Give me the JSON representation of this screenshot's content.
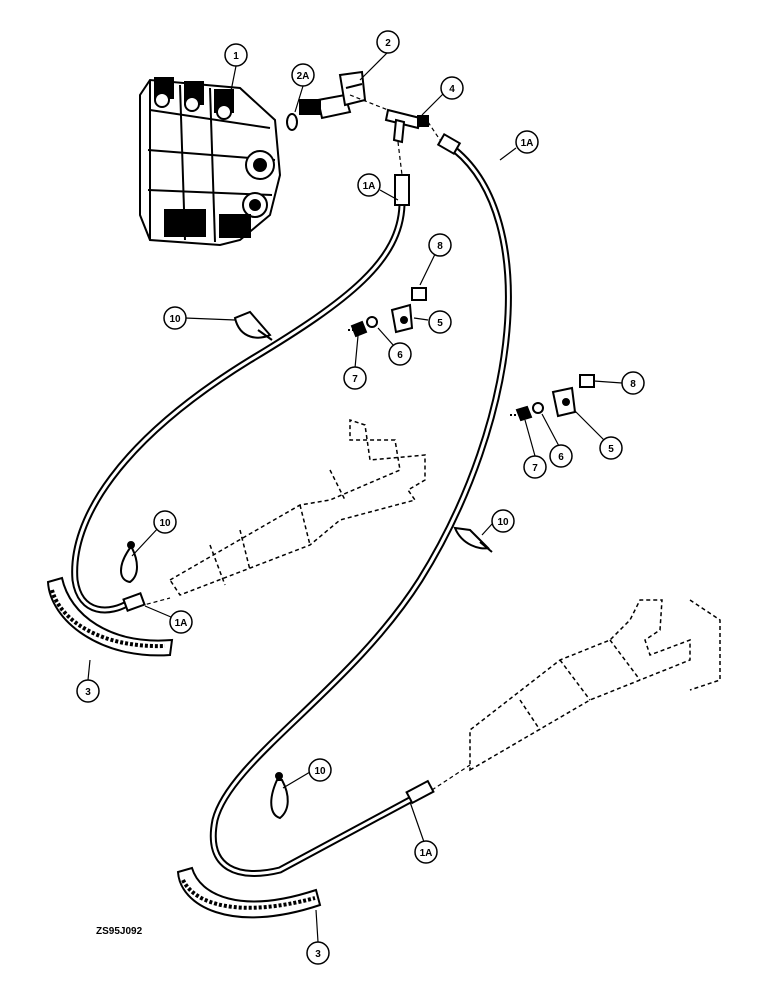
{
  "callouts": [
    {
      "id": "c1",
      "label": "1"
    },
    {
      "id": "c2",
      "label": "2"
    },
    {
      "id": "c2a",
      "label": "2A"
    },
    {
      "id": "c4",
      "label": "4"
    },
    {
      "id": "c1a-top-left",
      "label": "1A"
    },
    {
      "id": "c1a-top-right",
      "label": "1A"
    },
    {
      "id": "c8-top",
      "label": "8"
    },
    {
      "id": "c10-top",
      "label": "10"
    },
    {
      "id": "c5-top",
      "label": "5"
    },
    {
      "id": "c6-top",
      "label": "6"
    },
    {
      "id": "c7-top",
      "label": "7"
    },
    {
      "id": "c8-right",
      "label": "8"
    },
    {
      "id": "c5-right",
      "label": "5"
    },
    {
      "id": "c6-right",
      "label": "6"
    },
    {
      "id": "c7-right",
      "label": "7"
    },
    {
      "id": "c10-left",
      "label": "10"
    },
    {
      "id": "c10-middle",
      "label": "10"
    },
    {
      "id": "c1a-left",
      "label": "1A"
    },
    {
      "id": "c3-left",
      "label": "3"
    },
    {
      "id": "c10-bottom",
      "label": "10"
    },
    {
      "id": "c1a-bottom",
      "label": "1A"
    },
    {
      "id": "c3-bottom",
      "label": "3"
    }
  ],
  "reference_code": "ZS95J092"
}
